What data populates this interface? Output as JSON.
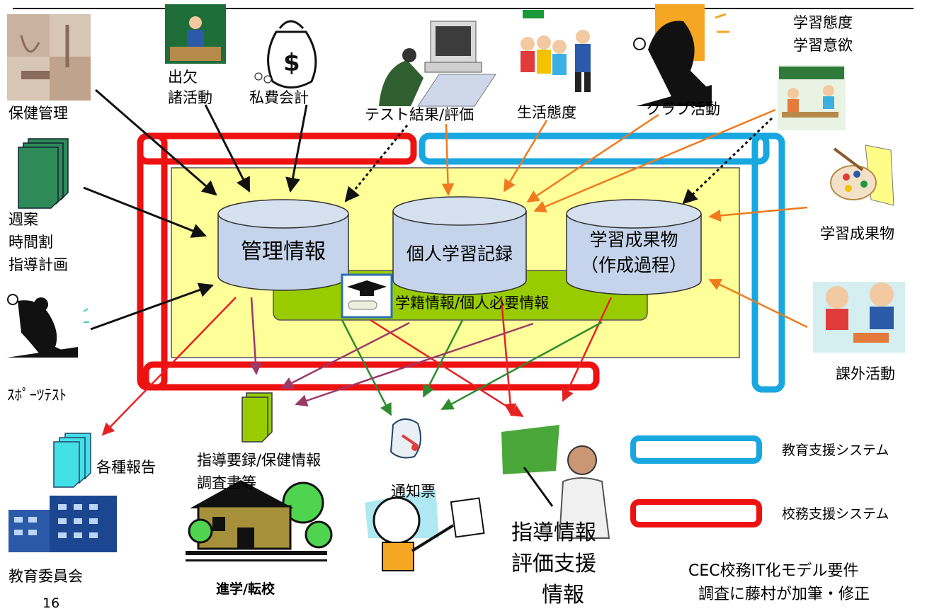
{
  "databases": {
    "management": "管理情報",
    "learning_record": "個人学習記録",
    "deliverables_line1": "学習成果物",
    "deliverables_line2": "（作成過程）"
  },
  "registry_bar": "学籍情報/個人必要情報",
  "inputs": {
    "health": "保健管理",
    "attendance_line1": "出欠",
    "attendance_line2": "諸活動",
    "private_fees": "私費会計",
    "test_results": "テスト結果/評価",
    "life_attitude": "生活態度",
    "club": "クラブ活動",
    "attitude_line1": "学習態度",
    "attitude_line2": "学習意欲",
    "weekly_line1": "週案",
    "weekly_line2": "時間割",
    "weekly_line3": "指導計画",
    "sports_test": "ｽﾎﾟｰﾂﾃｽﾄ",
    "deliverables": "学習成果物",
    "extracurricular": "課外活動"
  },
  "outputs": {
    "reports": "各種報告",
    "board": "教育委員会",
    "records_line1": "指導要録/保健情報",
    "records_line2": "調査書等",
    "advance": "進学/転校",
    "report_card": "通知票",
    "guidance_line1": "指導情報",
    "guidance_line2": "評価支援",
    "guidance_line3": "情報"
  },
  "legend": {
    "education_support": "教育支援システム",
    "school_affairs": "校務支援システム"
  },
  "credit_line1": "CEC校務IT化モデル要件",
  "credit_line2": "調査に藤村が加筆・修正",
  "page_number": "16",
  "colors": {
    "school_affairs": "#ee1111",
    "education_support": "#19a7e0",
    "panel_fill": "#ffff99",
    "registry_fill": "#99cc00",
    "cylinder_fill": "#c5d4ea",
    "arrow_black": "#111111",
    "arrow_orange": "#f07a1e",
    "arrow_red": "#e52222",
    "arrow_green": "#2e8b2e",
    "arrow_purple": "#9b3a6a"
  },
  "icons": [
    "health-tools-icon",
    "teacher-at-desk-icon",
    "money-bag-icon",
    "computer-user-icon",
    "students-group-icon",
    "basketball-player-icon",
    "classroom-icon",
    "paint-palette-icon",
    "documents-stack-icon",
    "tennis-player-icon",
    "children-craft-icon",
    "cyan-documents-icon",
    "office-building-icon",
    "green-documents-icon",
    "school-house-icon",
    "diploma-scroll-icon",
    "child-with-report-icon",
    "lecturer-icon",
    "graduation-cap-icon"
  ]
}
